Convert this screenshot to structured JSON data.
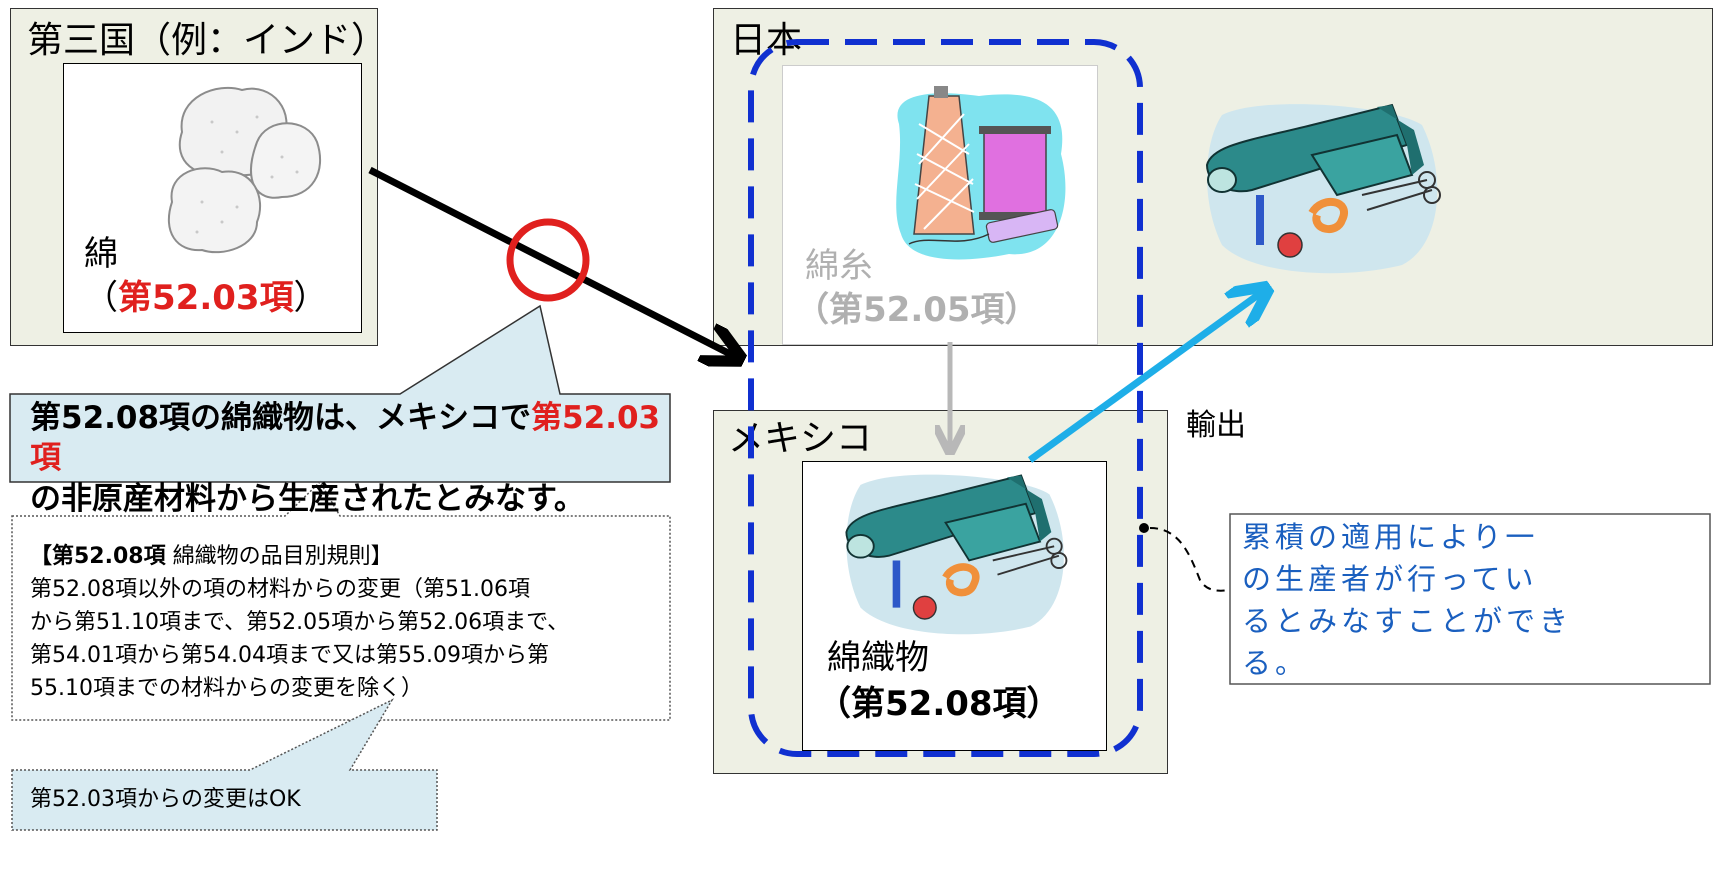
{
  "third_country": {
    "title": "第三国（例：インド）",
    "material_name": "綿",
    "heading_open": "（",
    "heading_code": "第52.03項",
    "heading_close": "）"
  },
  "japan": {
    "title": "日本",
    "material_name": "綿糸",
    "heading": "（第52.05項）"
  },
  "mexico": {
    "title": "メキシコ",
    "product_name": "綿織物",
    "heading": "（第52.08項）"
  },
  "export_label": "輸出",
  "main_callout": {
    "line1_prefix": "第52.08項の綿織物は、メキシコで",
    "line1_highlight": "第52.03項",
    "line2": "の非原産材料から生産されたとみなす。"
  },
  "rule_box": {
    "title_bold": "【第52.08項",
    "title_rest": " 綿織物の品目別規則】",
    "lines": [
      "第52.08項以外の項の材料からの変更（第51.06項",
      "から第51.10項まで、第52.05項から第52.06項まで、",
      "第54.01項から第54.04項まで又は第55.09項から第",
      "55.10項までの材料からの変更を除く）"
    ]
  },
  "ok_note": "第52.03項からの変更はOK",
  "cumulation_note": {
    "lines": [
      "累積の適用により一",
      "の生産者が行ってい",
      "るとみなすことができ",
      "る。"
    ]
  },
  "colors": {
    "region_bg": "#eef0e4",
    "callout_bg": "#d9ebf2",
    "highlight_red": "#e0201e",
    "dashed_blue": "#1030d0",
    "export_arrow": "#1eaee8",
    "note_text_blue": "#1a5fbf"
  }
}
